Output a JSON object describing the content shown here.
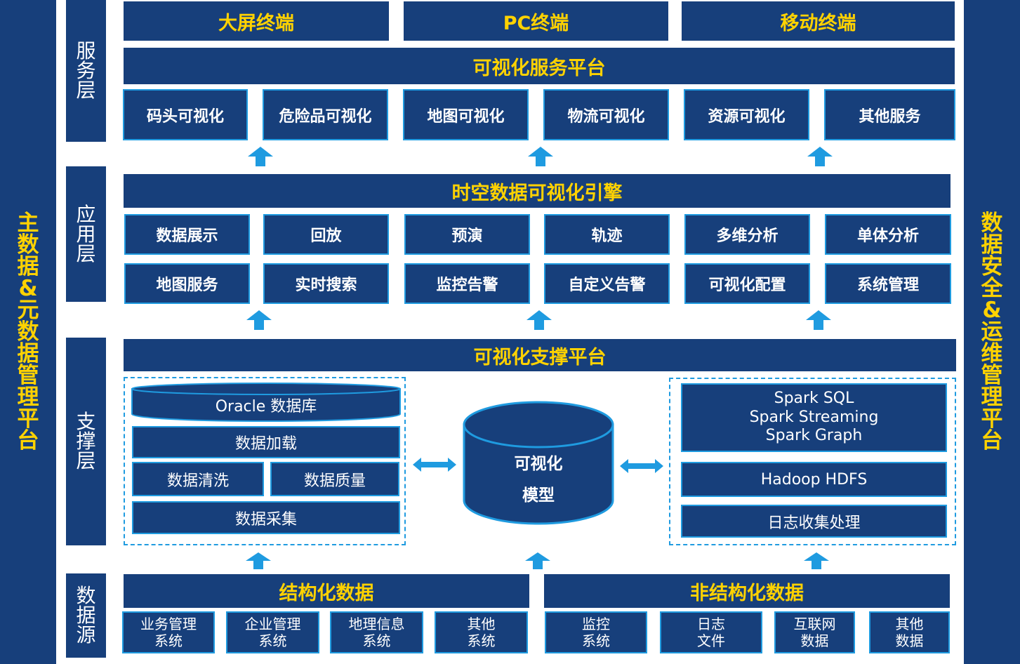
{
  "left_panel": {
    "title": "主数据&元数据管理平台"
  },
  "right_panel": {
    "title": "数据安全&运维管理平台"
  },
  "layers": {
    "service": "服务层",
    "application": "应用层",
    "support": "支撑层",
    "datasource": "数据源"
  },
  "terminals": [
    "大屏终端",
    "PC终端",
    "移动终端"
  ],
  "service_platform": "可视化服务平台",
  "service_items": [
    "码头可视化",
    "危险品可视化",
    "地图可视化",
    "物流可视化",
    "资源可视化",
    "其他服务"
  ],
  "engine": "时空数据可视化引擎",
  "app_items_row1": [
    "数据展示",
    "回放",
    "预演",
    "轨迹",
    "多维分析",
    "单体分析"
  ],
  "app_items_row2": [
    "地图服务",
    "实时搜索",
    "监控告警",
    "自定义告警",
    "可视化配置",
    "系统管理"
  ],
  "support_platform": "可视化支撑平台",
  "support_left": {
    "oracle": "Oracle 数据库",
    "load": "数据加载",
    "clean": "数据清洗",
    "quality": "数据质量",
    "collect": "数据采集"
  },
  "model": {
    "line1": "可视化",
    "line2": "模型"
  },
  "support_right": {
    "spark": [
      "Spark SQL",
      "Spark Streaming",
      "Spark Graph"
    ],
    "hadoop": "Hadoop HDFS",
    "log": "日志收集处理"
  },
  "structured": {
    "title": "结构化数据",
    "items": [
      "业务管理\n系统",
      "企业管理\n系统",
      "地理信息\n系统",
      "其他\n系统"
    ]
  },
  "unstructured": {
    "title": "非结构化数据",
    "items": [
      "监控\n系统",
      "日志\n文件",
      "互联网\n数据",
      "其他\n数据"
    ]
  },
  "colors": {
    "navy": "#173f7b",
    "accent": "#1f9be0",
    "title_yellow": "#ffd200"
  }
}
